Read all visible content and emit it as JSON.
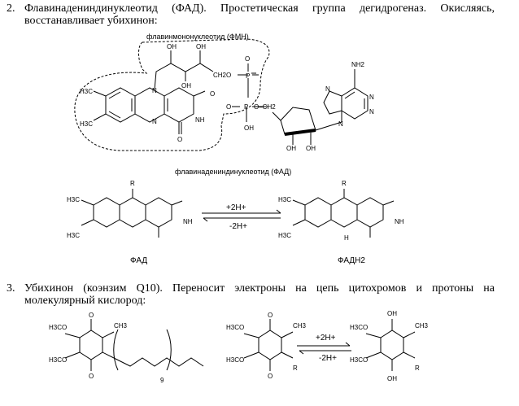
{
  "section2": {
    "number": "2.",
    "line1": "Флавинадениндинуклеотид (ФАД). Простетическая группа дегидрогеназ. Окисляясь,",
    "line2": "восстанавливает убихинон:"
  },
  "fad_structure": {
    "fmn_label": "флавинмононуклеотид (ФМН)",
    "fad_label": "флавинадениндинуклеотид (ФАД)",
    "atoms": {
      "oh": "OH",
      "nh2": "NH2",
      "ch2o": "CH2O",
      "o": "O",
      "p": "P",
      "n": "N",
      "nh": "NH",
      "h3c": "H3C",
      "och2": "O–CH2"
    }
  },
  "redox_fad": {
    "left_label": "ФАД",
    "right_label": "ФАДН2",
    "forward": "+2H+",
    "reverse": "-2H+",
    "r": "R",
    "h": "H"
  },
  "section3": {
    "number": "3.",
    "line1": "Убихинон (коэнзим Q10). Переносит электроны на цепь цитохромов и протоны на",
    "line2": "молекулярный кислород:"
  },
  "ubiquinone": {
    "h3co": "H3CO",
    "ch3": "CH3",
    "o": "O",
    "oh": "OH",
    "r": "R",
    "repeat": "9",
    "forward": "+2H+",
    "reverse": "-2H+"
  }
}
